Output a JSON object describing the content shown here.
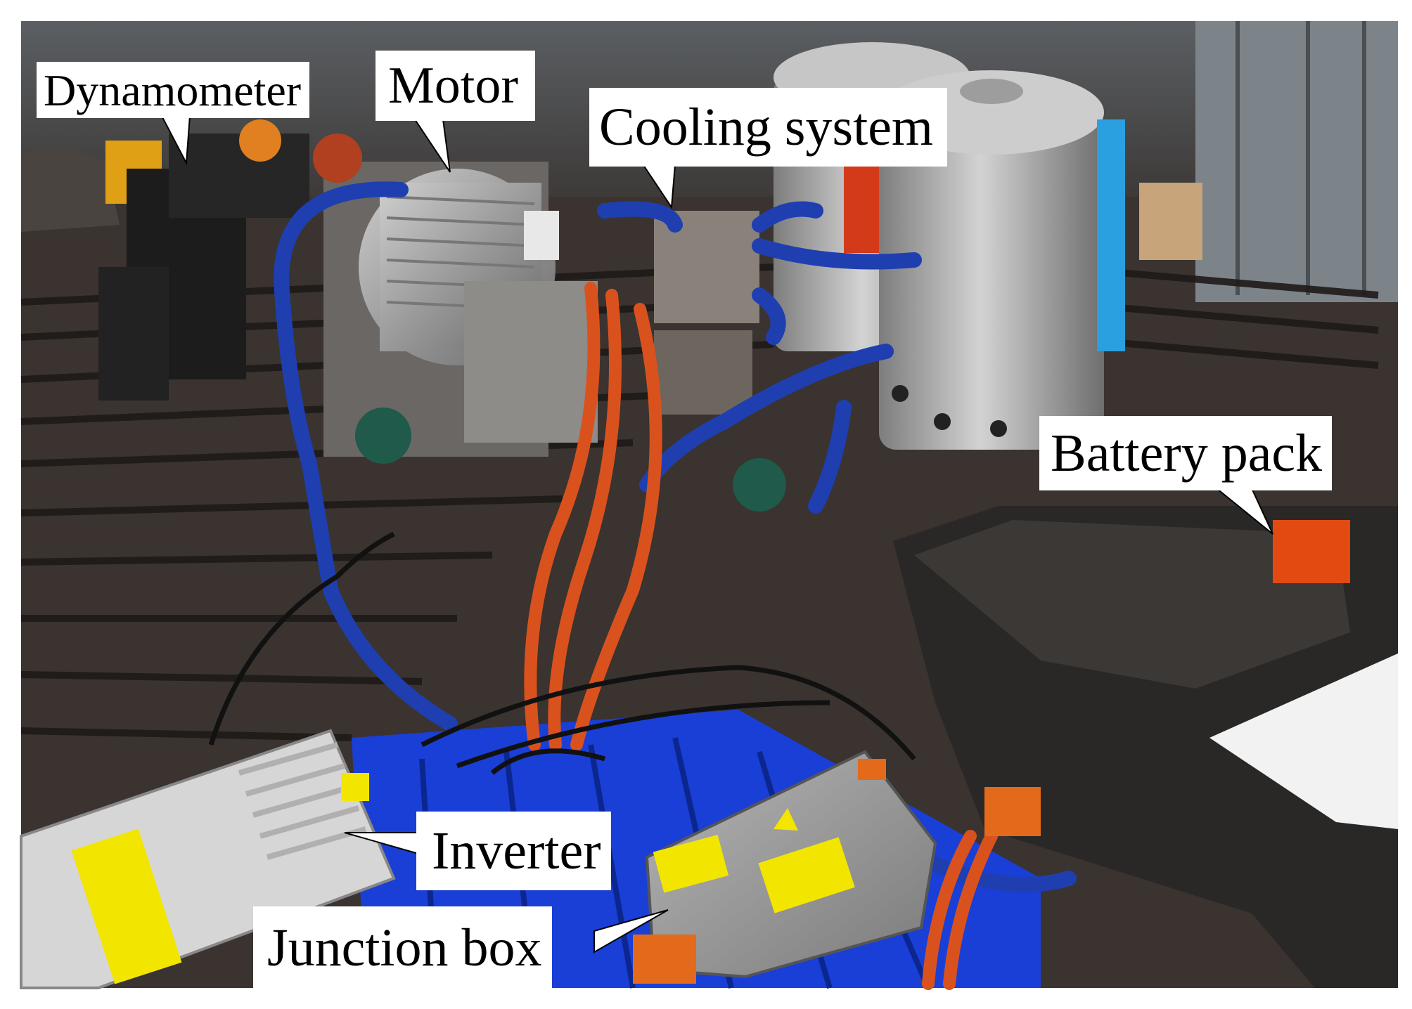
{
  "labels": {
    "dynamometer": "Dynamometer",
    "motor": "Motor",
    "cooling_system": "Cooling system",
    "battery_pack": "Battery pack",
    "inverter": "Inverter",
    "junction_box": "Junction box"
  },
  "colors": {
    "background": "#ffffff",
    "test_bed": "#3a3330",
    "hose_blue": "#1f3fb0",
    "cable_orange": "#d9521e",
    "steel_tank": "#a8a8a8",
    "pallet_blue": "#1a3fd6",
    "battery_black": "#2a2826",
    "label_yellow": "#f2e600"
  }
}
